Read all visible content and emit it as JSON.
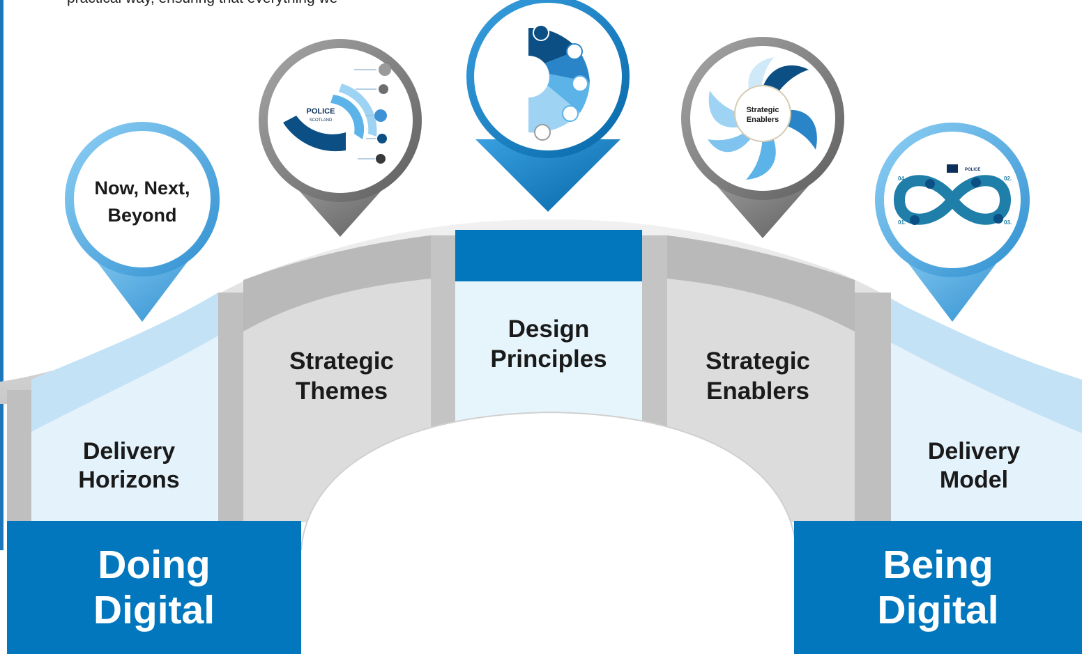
{
  "intro": {
    "text": "practical way, ensuring that everything we"
  },
  "colors": {
    "brand_blue": "#0277bd",
    "pin_blue": "#5ab0e3",
    "pin_grey": "#7d7d7d",
    "pillar_light": "#e3f2fb",
    "pillar_grey": "#dcdcdc"
  },
  "pins": {
    "now_next_beyond": {
      "line1": "Now, Next,",
      "line2": "Beyond"
    },
    "strategic_themes": {
      "logo_line1": "POLICE",
      "logo_line2": "SCOTLAND"
    },
    "strategic_enablers": {
      "line1": "Strategic",
      "line2": "Enablers"
    },
    "delivery_model": {
      "n1": "01.",
      "n2": "02.",
      "n3": "03.",
      "n4": "04.",
      "logo": "POLICE"
    }
  },
  "pillars": {
    "delivery_horizons": {
      "line1": "Delivery",
      "line2": "Horizons"
    },
    "strategic_themes": {
      "line1": "Strategic",
      "line2": "Themes"
    },
    "design_principles": {
      "line1": "Design",
      "line2": "Principles"
    },
    "strategic_enablers": {
      "line1": "Strategic",
      "line2": "Enablers"
    },
    "delivery_model": {
      "line1": "Delivery",
      "line2": "Model"
    }
  },
  "bases": {
    "doing_digital": {
      "line1": "Doing",
      "line2": "Digital"
    },
    "being_digital": {
      "line1": "Being",
      "line2": "Digital"
    }
  }
}
